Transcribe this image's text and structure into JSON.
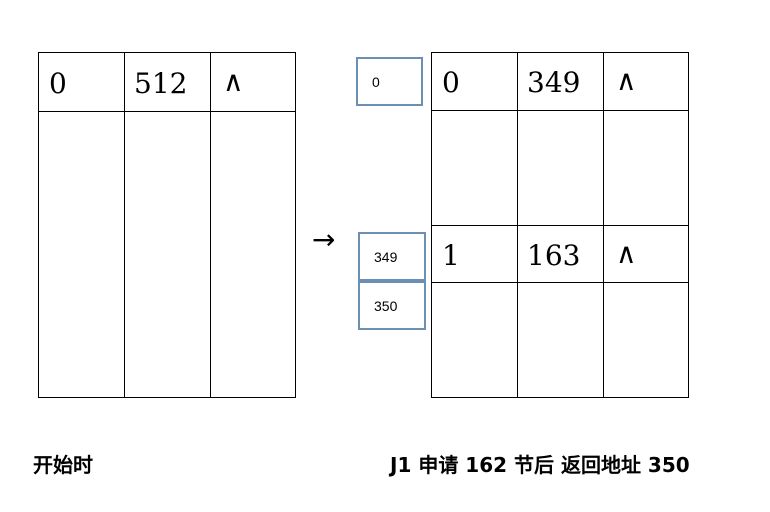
{
  "left_table": {
    "header": {
      "start": "0",
      "size": "512",
      "next": "∧"
    }
  },
  "arrow": "→",
  "addresses": {
    "top": "0",
    "mid1": "349",
    "mid2": "350"
  },
  "right_table": {
    "row1": {
      "start": "0",
      "size": "349",
      "next": "∧"
    },
    "row2": {
      "start": "1",
      "size": "163",
      "next": "∧"
    }
  },
  "captions": {
    "left": "开始时",
    "right": "J1 申请 162 节后  返回地址 350"
  }
}
